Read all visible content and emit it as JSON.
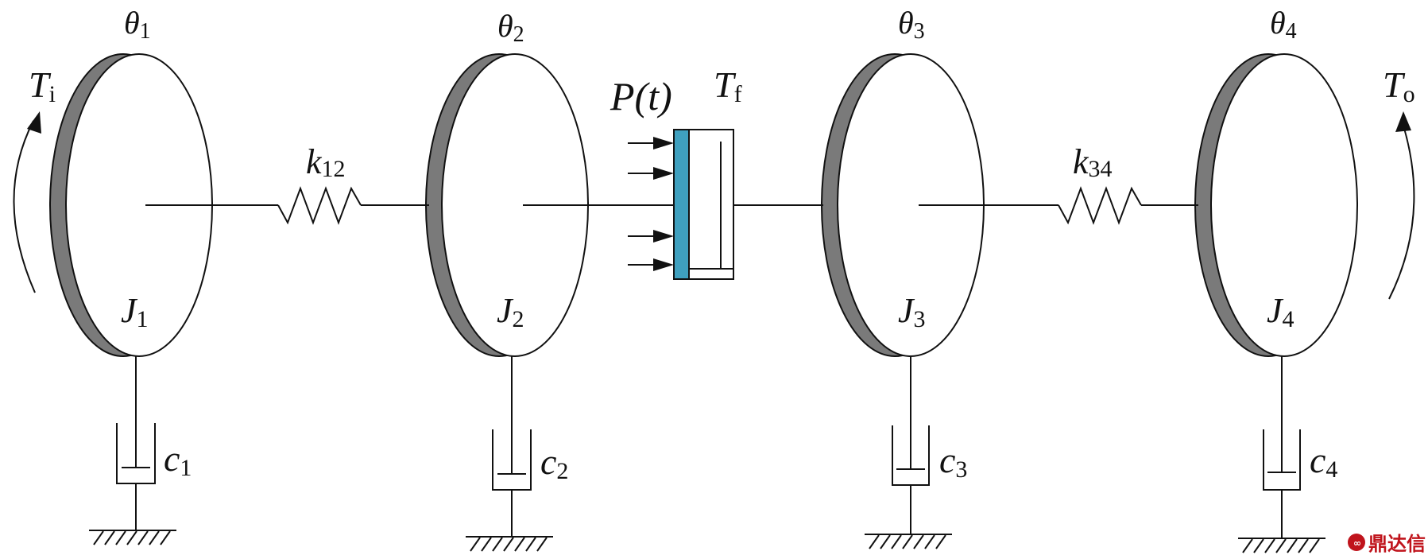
{
  "disks": [
    {
      "theta": "θ",
      "theta_sub": "1",
      "J": "J",
      "J_sub": "1",
      "c": "c",
      "c_sub": "1"
    },
    {
      "theta": "θ",
      "theta_sub": "2",
      "J": "J",
      "J_sub": "2",
      "c": "c",
      "c_sub": "2"
    },
    {
      "theta": "θ",
      "theta_sub": "3",
      "J": "J",
      "J_sub": "3",
      "c": "c",
      "c_sub": "3"
    },
    {
      "theta": "θ",
      "theta_sub": "4",
      "J": "J",
      "J_sub": "4",
      "c": "c",
      "c_sub": "4"
    }
  ],
  "springs": [
    {
      "k": "k",
      "sub": "12"
    },
    {
      "k": "k",
      "sub": "34"
    }
  ],
  "torques": {
    "input": {
      "T": "T",
      "sub": "i"
    },
    "output": {
      "T": "T",
      "sub": "o"
    },
    "friction": {
      "T": "T",
      "sub": "f"
    }
  },
  "pressure": {
    "P": "P",
    "rest": "(t)"
  },
  "colors": {
    "disk_rim": "#7a7a7a",
    "clutch_plate": "#3fa0bf",
    "watermark": "#c0141c"
  },
  "watermark": {
    "text": "鼎达信",
    "icon": "logo-icon"
  }
}
